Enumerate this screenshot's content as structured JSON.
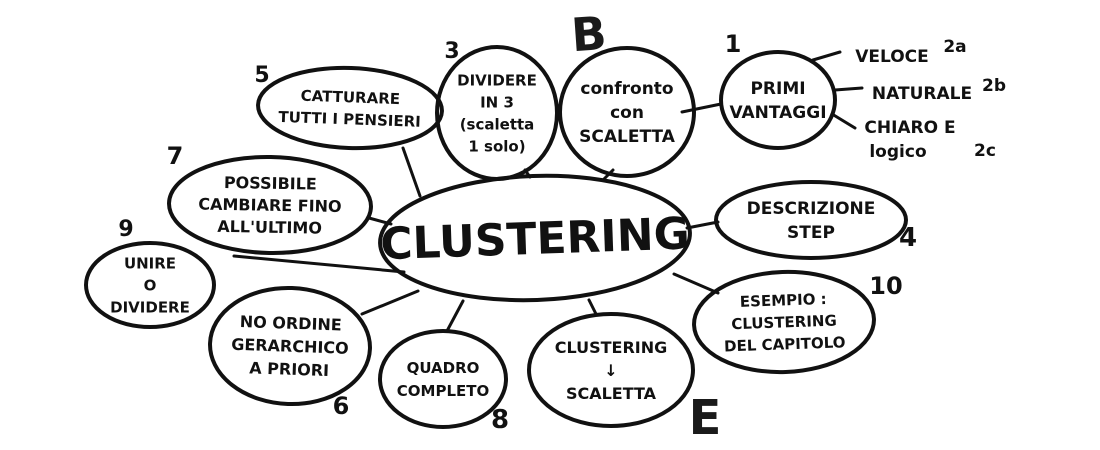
{
  "center": {
    "lines": [
      "CLUSTERING"
    ]
  },
  "nodes": [
    {
      "id": "catturare",
      "number": "5",
      "lines": [
        "CATTURARE",
        "TUTTI I PENSIERI"
      ]
    },
    {
      "id": "dividere-in-3",
      "number": "3",
      "lines": [
        "DIVIDERE",
        "IN 3",
        "(scaletta",
        "1 solo)"
      ]
    },
    {
      "id": "confronto",
      "number": "",
      "lines": [
        "confronto",
        "con",
        "SCALETTA"
      ]
    },
    {
      "id": "primi-vantaggi",
      "number": "1",
      "lines": [
        "PRIMI",
        "VANTAGGI"
      ]
    },
    {
      "id": "possibile-cambiare",
      "number": "7",
      "lines": [
        "POSSIBILE",
        "CAMBIARE FINO",
        "ALL'ULTIMO"
      ]
    },
    {
      "id": "descrizione-step",
      "number": "4",
      "lines": [
        "DESCRIZIONE",
        "STEP"
      ]
    },
    {
      "id": "unire-dividere",
      "number": "9",
      "lines": [
        "UNIRE",
        "O",
        "DIVIDERE"
      ]
    },
    {
      "id": "esempio",
      "number": "10",
      "lines": [
        "ESEMPIO :",
        "CLUSTERING",
        "DEL CAPITOLO"
      ]
    },
    {
      "id": "no-ordine",
      "number": "6",
      "lines": [
        "NO ORDINE",
        "GERARCHICO",
        "A PRIORI"
      ]
    },
    {
      "id": "quadro-completo",
      "number": "8",
      "lines": [
        "QUADRO",
        "COMPLETO"
      ]
    },
    {
      "id": "clustering-scaletta",
      "number": "",
      "lines": [
        "CLUSTERING",
        "↓",
        "SCALETTA"
      ]
    }
  ],
  "branches": [
    {
      "id": "veloce",
      "label": "VELOCE",
      "number": "2a"
    },
    {
      "id": "naturale",
      "label": "NATURALE",
      "number": "2b"
    },
    {
      "id": "chiaro",
      "label": "CHIARO E",
      "label2": "logico",
      "number": "2c"
    }
  ],
  "letters": [
    "B",
    "E"
  ]
}
